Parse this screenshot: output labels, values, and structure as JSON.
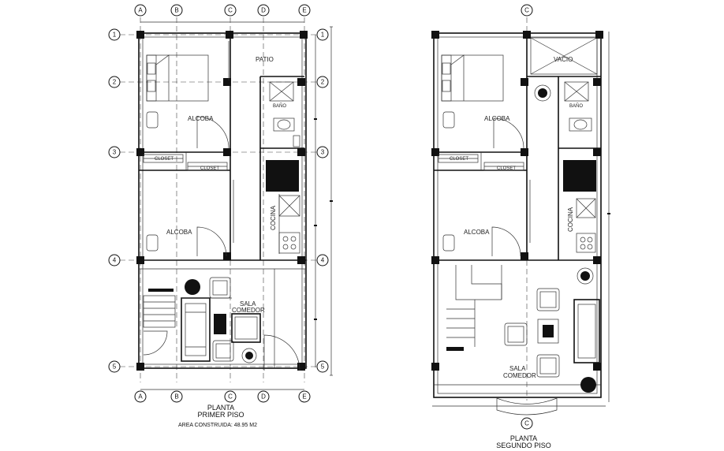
{
  "plan1": {
    "axes_top": [
      "A",
      "B",
      "C",
      "D",
      "E"
    ],
    "axes_side": [
      "1",
      "2",
      "3",
      "4",
      "5"
    ],
    "rooms": {
      "patio": "PATIO",
      "bano": "BAÑO",
      "alcoba_1": "ALCOBA",
      "alcoba_2": "ALCOBA",
      "closet_1": "CLOSET",
      "closet_2": "CLOSET",
      "cocina": "COCINA",
      "sala": "SALA",
      "comedor": "COMEDOR"
    },
    "caption": {
      "line1": "PLANTA",
      "line2": "PRIMER PISO",
      "line3": "AREA CONSTRUIDA: 48.95 M2"
    }
  },
  "plan2": {
    "axis_top": "C",
    "axis_bottom": "C",
    "rooms": {
      "vacio": "VACIO",
      "bano": "BAÑO",
      "alcoba_1": "ALCOBA",
      "alcoba_2": "ALCOBA",
      "closet_1": "CLOSET",
      "closet_2": "CLOSET",
      "cocina": "COCINA",
      "sala": "SALA",
      "comedor": "COMEDOR"
    },
    "caption": {
      "line1": "PLANTA",
      "line2": "SEGUNDO PISO"
    }
  }
}
